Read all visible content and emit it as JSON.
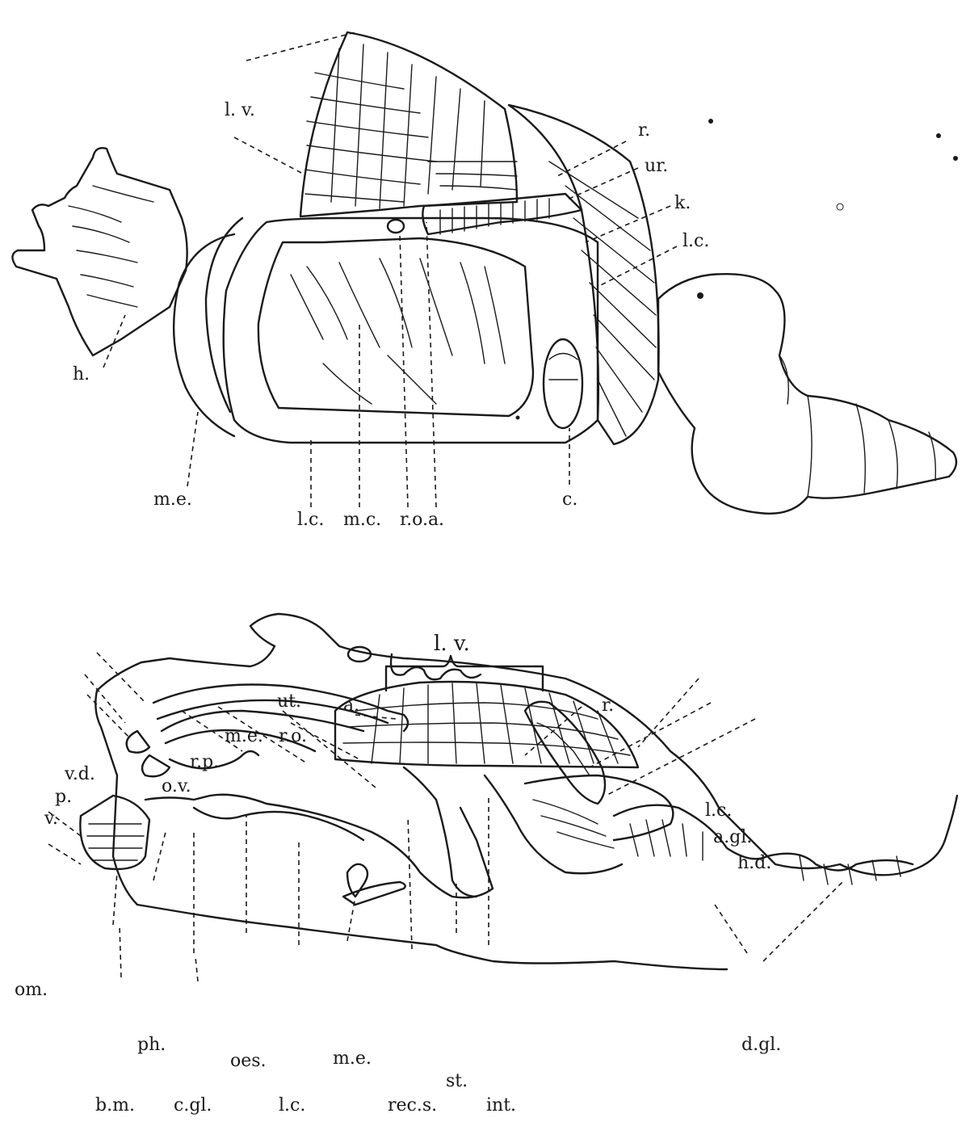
{
  "figure_top": {
    "labels": {
      "l_v": "l. v.",
      "r": "r.",
      "ur": "ur.",
      "k": "k.",
      "l_c": "l.c.",
      "h": "h.",
      "m_e": "m.e.",
      "l_c_bottom": "l.c.",
      "m_c": "m.c.",
      "r_o_a": "r.o.a.",
      "c": "c."
    }
  },
  "figure_bottom": {
    "labels": {
      "l_v": "l. v.",
      "ut": "ut.",
      "a": "a.",
      "r": "r.",
      "m_e": "m.e.",
      "r_o": "r.o.",
      "v_d": "v.d.",
      "r_p": "r.p.",
      "o_v": "o.v.",
      "p": "p.",
      "v": "v.",
      "l_c": "l.c.",
      "a_gl": "a.gl.",
      "h_d": "h.d.",
      "om": "om.",
      "ph": "ph.",
      "oes": "oes.",
      "m_e_bottom": "m.e.",
      "d_gl": "d.gl.",
      "b_m": "b.m.",
      "c_gl": "c.gl.",
      "l_c_bottom": "l.c.",
      "rec_s": "rec.s.",
      "st": "st.",
      "int": "int."
    }
  }
}
